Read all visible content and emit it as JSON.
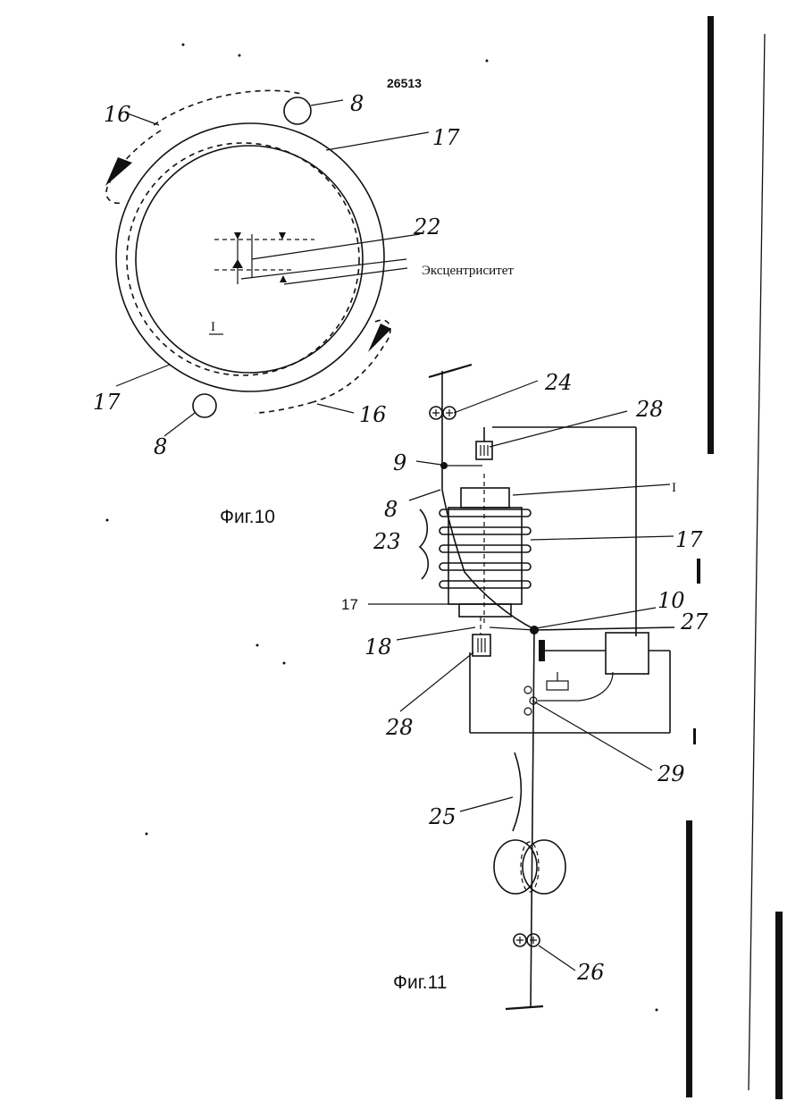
{
  "document_number": "26513",
  "fig10": {
    "caption": "Фиг.10",
    "labels": {
      "l16_top": "16",
      "l8_top": "8",
      "l17_top": "17",
      "l22": "22",
      "eccentricity": "Эксцентриситет",
      "l1": "I",
      "l17_bottom": "17",
      "l8_bottom": "8",
      "l16_bottom": "16"
    }
  },
  "fig11": {
    "caption": "Фиг.11",
    "labels": {
      "l24": "24",
      "l28_top": "28",
      "l9": "9",
      "l1": "I",
      "l8": "8",
      "l23": "23",
      "l17_right": "17",
      "l17_left": "17",
      "l10": "10",
      "l27": "27",
      "l18": "18",
      "l28_bottom": "28",
      "l29": "29",
      "l25": "25",
      "l26": "26"
    }
  },
  "colors": {
    "ink": "#111111",
    "paper": "#ffffff"
  }
}
